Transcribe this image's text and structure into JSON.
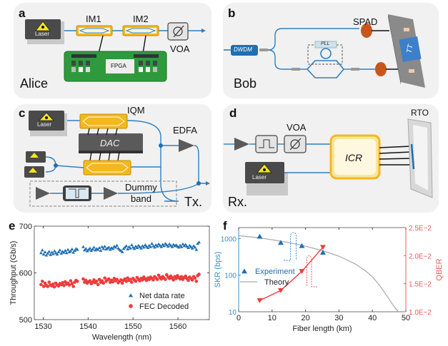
{
  "panels": {
    "a": {
      "letter": "a",
      "role": "Alice",
      "components": {
        "laser": "Laser",
        "im1": "IM1",
        "im2": "IM2",
        "fpga": "FPGA",
        "voa": "VOA"
      }
    },
    "b": {
      "letter": "b",
      "role": "Bob",
      "components": {
        "dwdm": "DWDM",
        "pll": "PLL",
        "spad": "SPAD",
        "tt": "TT"
      }
    },
    "c": {
      "letter": "c",
      "role": "Tx.",
      "components": {
        "laser": "Laser",
        "iqm": "IQM",
        "dac": "DAC",
        "edfa": "EDFA",
        "dummy_band_line1": "Dummy",
        "dummy_band_line2": "band"
      }
    },
    "d": {
      "letter": "d",
      "role": "Rx.",
      "components": {
        "voa": "VOA",
        "icr": "ICR",
        "rto": "RTO",
        "laser": "Laser"
      }
    }
  },
  "colors": {
    "fiber_blue": "#2e7fc1",
    "modulator_gold": "#f3b720",
    "fpga_green": "#2e9a3c",
    "spad_orange": "#c8561a",
    "series_blue": "#1f6fb3",
    "series_red": "#ee3b3b",
    "theory_gray": "#a8a8a8",
    "skr_axis": "#3a8fc8",
    "qber_axis": "#f05a5a"
  },
  "chart_data": [
    {
      "panel_letter": "e",
      "type": "scatter",
      "xlabel": "Wavelength (nm)",
      "ylabel": "Throughput (Gb/s)",
      "xlim": [
        1528,
        1567
      ],
      "ylim": [
        500,
        700
      ],
      "xticks": [
        1530,
        1540,
        1550,
        1560
      ],
      "yticks": [
        500,
        600,
        700
      ],
      "xtick_labels": [
        "1530",
        "1540",
        "1550",
        "1560"
      ],
      "ytick_labels": [
        "500",
        "600",
        "700"
      ],
      "grid": false,
      "legend_position": "bottom-right",
      "series": [
        {
          "name": "Net data rate",
          "marker": "triangle-up",
          "color": "#1f6fb3",
          "x": [
            1529.5,
            1529.8,
            1530.1,
            1530.4,
            1530.7,
            1531.0,
            1531.3,
            1531.6,
            1531.9,
            1532.2,
            1532.5,
            1532.8,
            1533.1,
            1533.4,
            1533.7,
            1534.0,
            1534.3,
            1534.6,
            1534.9,
            1535.2,
            1535.5,
            1535.8,
            1536.1,
            1536.4,
            1536.7,
            1537.0,
            1537.3,
            1537.6,
            1538.9,
            1539.2,
            1539.5,
            1539.8,
            1540.1,
            1540.4,
            1540.7,
            1541.0,
            1541.3,
            1541.6,
            1541.9,
            1542.2,
            1542.5,
            1542.8,
            1543.1,
            1543.4,
            1543.7,
            1544.0,
            1544.3,
            1544.6,
            1544.9,
            1545.2,
            1545.5,
            1545.8,
            1546.1,
            1546.4,
            1546.7,
            1547.0,
            1547.3,
            1547.6,
            1547.9,
            1548.2,
            1548.5,
            1548.8,
            1549.1,
            1549.4,
            1549.7,
            1550.0,
            1550.3,
            1550.6,
            1550.9,
            1551.2,
            1551.5,
            1551.8,
            1552.1,
            1552.4,
            1552.7,
            1553.0,
            1553.3,
            1553.6,
            1553.9,
            1554.2,
            1554.5,
            1554.8,
            1555.1,
            1555.4,
            1555.7,
            1556.0,
            1556.3,
            1556.6,
            1556.9,
            1557.2,
            1557.5,
            1557.8,
            1558.1,
            1558.4,
            1558.7,
            1559.0,
            1559.3,
            1559.6,
            1559.9,
            1560.2,
            1560.5,
            1560.8,
            1561.1,
            1561.4,
            1561.7,
            1562.0,
            1562.3,
            1562.6,
            1562.9,
            1563.2,
            1563.5,
            1563.8,
            1564.1,
            1564.4,
            1564.7
          ],
          "y": [
            643,
            649,
            640,
            645,
            638,
            642,
            646,
            639,
            644,
            641,
            647,
            643,
            640,
            645,
            649,
            642,
            646,
            644,
            648,
            643,
            650,
            645,
            647,
            651,
            644,
            648,
            652,
            650,
            656,
            649,
            652,
            647,
            650,
            653,
            648,
            651,
            655,
            649,
            652,
            650,
            654,
            648,
            656,
            652,
            657,
            651,
            653,
            655,
            650,
            654,
            652,
            657,
            655,
            659,
            653,
            650,
            648,
            645,
            652,
            655,
            658,
            651,
            656,
            653,
            660,
            655,
            652,
            657,
            654,
            659,
            656,
            653,
            658,
            655,
            660,
            657,
            654,
            659,
            656,
            663,
            658,
            655,
            660,
            657,
            662,
            659,
            656,
            661,
            658,
            663,
            660,
            657,
            662,
            659,
            656,
            661,
            658,
            660,
            657,
            655,
            659,
            656,
            662,
            658,
            661,
            657,
            654,
            659,
            656,
            653,
            658,
            655,
            650,
            663,
            666
          ]
        },
        {
          "name": "FEC Decoded",
          "marker": "circle",
          "color": "#ee3b3b",
          "x": [
            1529.5,
            1529.8,
            1530.1,
            1530.4,
            1530.7,
            1531.0,
            1531.3,
            1531.6,
            1531.9,
            1532.2,
            1532.5,
            1532.8,
            1533.1,
            1533.4,
            1533.7,
            1534.0,
            1534.3,
            1534.6,
            1534.9,
            1535.2,
            1535.5,
            1535.8,
            1536.1,
            1536.4,
            1536.7,
            1537.0,
            1537.3,
            1537.6,
            1538.9,
            1539.2,
            1539.5,
            1539.8,
            1540.1,
            1540.4,
            1540.7,
            1541.0,
            1541.3,
            1541.6,
            1541.9,
            1542.2,
            1542.5,
            1542.8,
            1543.1,
            1543.4,
            1543.7,
            1544.0,
            1544.3,
            1544.6,
            1544.9,
            1545.2,
            1545.5,
            1545.8,
            1546.1,
            1546.4,
            1546.7,
            1547.0,
            1547.3,
            1547.6,
            1547.9,
            1548.2,
            1548.5,
            1548.8,
            1549.1,
            1549.4,
            1549.7,
            1550.0,
            1550.3,
            1550.6,
            1550.9,
            1551.2,
            1551.5,
            1551.8,
            1552.1,
            1552.4,
            1552.7,
            1553.0,
            1553.3,
            1553.6,
            1553.9,
            1554.2,
            1554.5,
            1554.8,
            1555.1,
            1555.4,
            1555.7,
            1556.0,
            1556.3,
            1556.6,
            1556.9,
            1557.2,
            1557.5,
            1557.8,
            1558.1,
            1558.4,
            1558.7,
            1559.0,
            1559.3,
            1559.6,
            1559.9,
            1560.2,
            1560.5,
            1560.8,
            1561.1,
            1561.4,
            1561.7,
            1562.0,
            1562.3,
            1562.6,
            1562.9,
            1563.2,
            1563.5,
            1563.8,
            1564.1,
            1564.4,
            1564.7
          ],
          "y": [
            575,
            582,
            571,
            578,
            573,
            571,
            580,
            574,
            572,
            576,
            570,
            578,
            574,
            572,
            577,
            575,
            579,
            573,
            581,
            576,
            578,
            574,
            583,
            577,
            571,
            580,
            584,
            582,
            587,
            580,
            584,
            578,
            581,
            583,
            577,
            580,
            585,
            579,
            582,
            575,
            586,
            580,
            583,
            578,
            589,
            582,
            585,
            587,
            580,
            584,
            581,
            588,
            583,
            586,
            579,
            582,
            585,
            578,
            584,
            587,
            582,
            589,
            584,
            586,
            580,
            588,
            585,
            582,
            590,
            586,
            583,
            588,
            585,
            591,
            587,
            584,
            589,
            586,
            591,
            588,
            585,
            592,
            589,
            586,
            595,
            590,
            587,
            592,
            589,
            586,
            596,
            591,
            588,
            593,
            589,
            585,
            592,
            588,
            594,
            590,
            587,
            592,
            586,
            590,
            593,
            588,
            584,
            591,
            588,
            585,
            592,
            589,
            582,
            594,
            597
          ]
        }
      ]
    },
    {
      "panel_letter": "f",
      "type": "line",
      "xlabel": "Fiber length (km)",
      "ylabel_left": "SKR (bps)",
      "ylabel_right": "QBER",
      "xlim": [
        0,
        50
      ],
      "xticks": [
        0,
        10,
        20,
        30,
        40,
        50
      ],
      "xtick_labels": [
        "0",
        "10",
        "20",
        "30",
        "40",
        "50"
      ],
      "ylim_left": [
        10,
        2000
      ],
      "yscale_left": "log",
      "yticks_left": [
        10,
        100,
        1000
      ],
      "ytick_labels_left": [
        "10",
        "100",
        "1000"
      ],
      "ylim_right": [
        0.01,
        0.025
      ],
      "yticks_right": [
        0.01,
        0.015,
        0.02,
        0.025
      ],
      "ytick_labels_right": [
        "1.0E−2",
        "1.5E−2",
        "2.0E−2",
        "2.5E−2"
      ],
      "grid": false,
      "legend_position": "middle-left",
      "series": [
        {
          "name": "Experiment",
          "axis": "left",
          "marker": "triangle-up",
          "color": "#1f6fb3",
          "x": [
            6.3,
            12.6,
            18.9,
            25.2
          ],
          "y": [
            1150,
            780,
            640,
            420
          ]
        },
        {
          "name": "Theory",
          "axis": "left",
          "marker": "none",
          "color": "#a8a8a8",
          "x": [
            0,
            5,
            10,
            15,
            20,
            25,
            30,
            35,
            38,
            40,
            42,
            44,
            45,
            46,
            47,
            47.6,
            48
          ],
          "y": [
            1200,
            1080,
            930,
            780,
            620,
            470,
            330,
            200,
            130,
            90,
            55,
            30,
            22,
            16,
            12,
            10.5,
            10
          ]
        },
        {
          "name": "QBER",
          "axis": "right",
          "marker": "triangle-down",
          "color": "#ee3b3b",
          "x": [
            6.3,
            12.6,
            18.9,
            25.2
          ],
          "y": [
            0.012,
            0.0138,
            0.0172,
            0.0215
          ]
        }
      ],
      "annotations": [
        {
          "type": "axis-indicator-bracket",
          "points_to": "left",
          "color": "#1f6fb3"
        },
        {
          "type": "axis-indicator-bracket",
          "points_to": "right",
          "color": "#ee3b3b"
        }
      ]
    }
  ]
}
